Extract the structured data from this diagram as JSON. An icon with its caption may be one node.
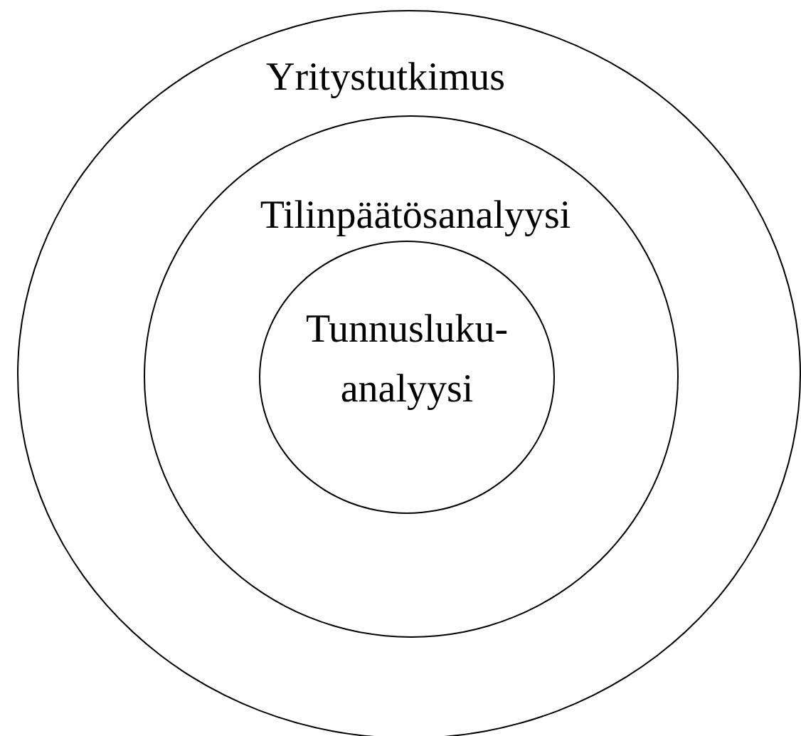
{
  "diagram": {
    "nodes": [
      {
        "text": [
          "Yritystutkimus"
        ]
      },
      {
        "text": [
          "Tilinpäätösanalyysi"
        ],
        "in": 0
      },
      {
        "text": [
          "Tunnusluku- analyysi"
        ],
        "in": 1
      }
    ]
  }
}
